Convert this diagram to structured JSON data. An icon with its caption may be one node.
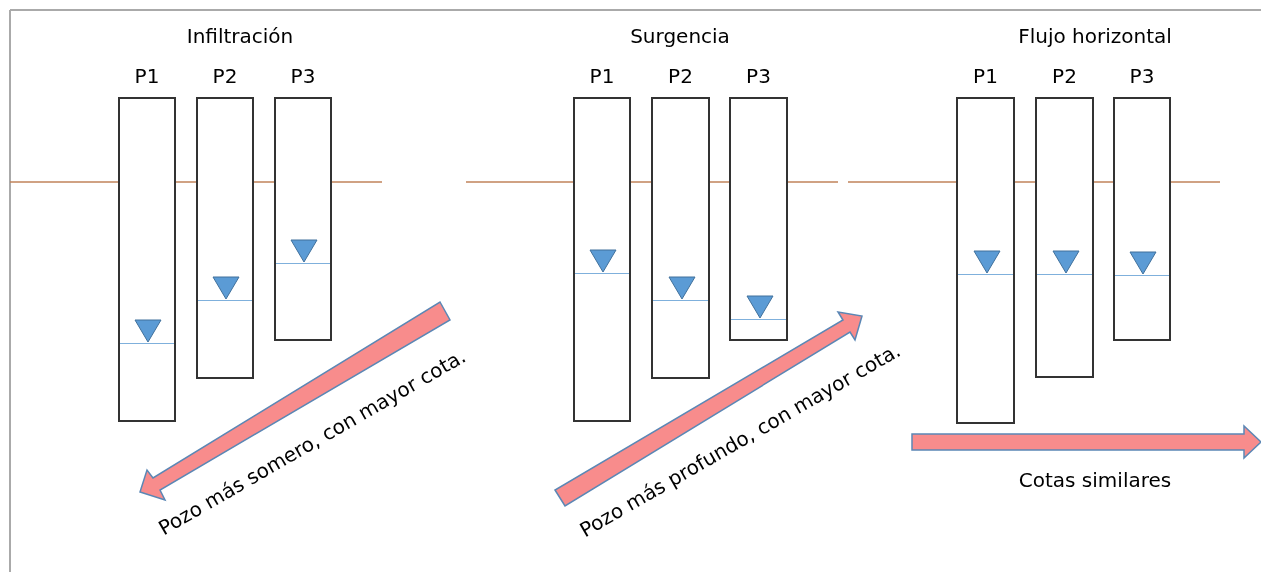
{
  "diagram": {
    "nodes": [
      {
        "text": [
          "P1"
        ]
      },
      {
        "text": [
          "P2"
        ]
      },
      {
        "text": [
          "P3"
        ]
      },
      {
        "text": [
          "P1"
        ]
      },
      {
        "text": [
          "P2"
        ]
      },
      {
        "text": [
          "P3"
        ]
      },
      {
        "text": [
          "P1"
        ]
      },
      {
        "text": [
          "P2"
        ]
      },
      {
        "text": [
          "P3"
        ]
      }
    ],
    "labels": [
      "Infiltración",
      "Surgencia",
      "Flujo horizontal",
      "Pozo más somero, con mayor cota.",
      "Pozo más profundo, con mayor cota.",
      "Cotas similares"
    ]
  }
}
